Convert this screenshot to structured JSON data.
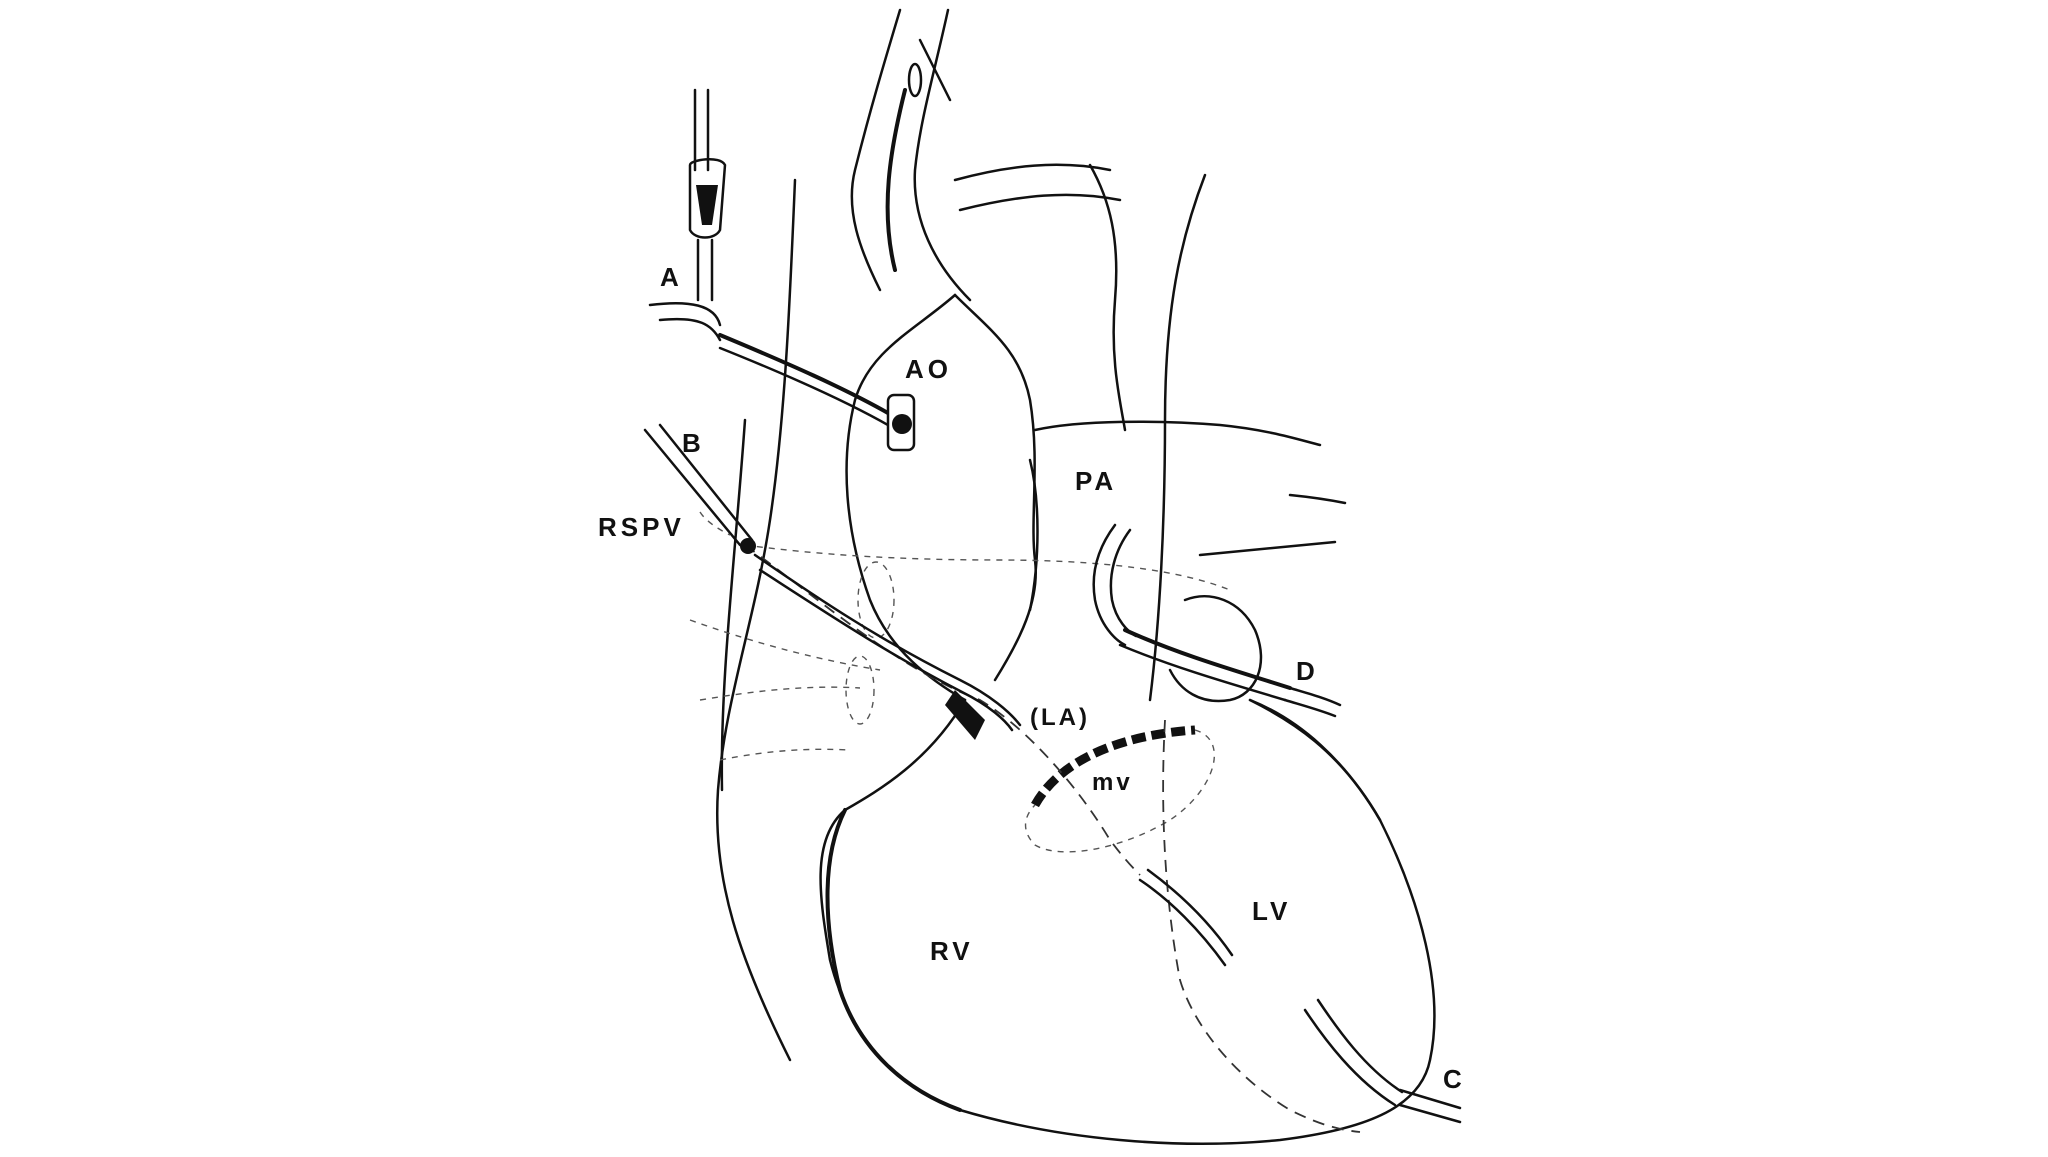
{
  "labels": {
    "a": "A",
    "b": "B",
    "c": "C",
    "d": "D",
    "ao": "AO",
    "pa": "PA",
    "rspv": "RSPV",
    "la": "(LA)",
    "mv": "mv",
    "rv": "RV",
    "lv": "LV"
  },
  "colors": {
    "ink": "#111111",
    "background": "#ffffff"
  }
}
